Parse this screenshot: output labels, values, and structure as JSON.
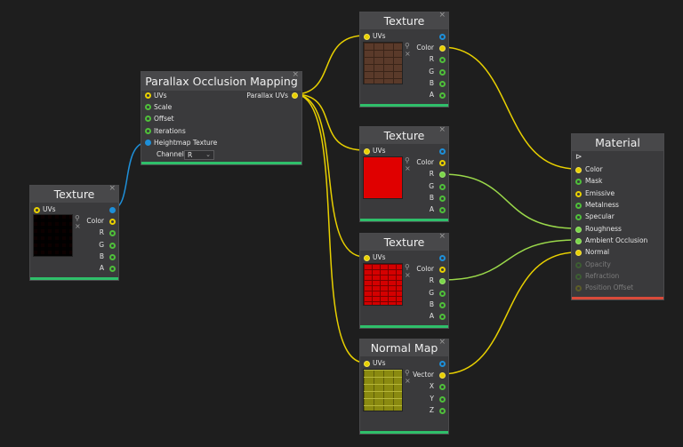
{
  "nodes": {
    "texture_left": {
      "title": "Texture",
      "inputs": [
        "UVs"
      ],
      "outputs": [
        "Color",
        "R",
        "G",
        "B",
        "A"
      ]
    },
    "parallax": {
      "title": "Parallax Occlusion Mapping",
      "inputs": [
        "UVs",
        "Scale",
        "Offset",
        "Iterations",
        "Heightmap Texture"
      ],
      "output": "Parallax UVs",
      "channel_label": "Channel",
      "channel_value": "R"
    },
    "texture_1": {
      "title": "Texture",
      "inputs": [
        "UVs"
      ],
      "outputs": [
        "Color",
        "R",
        "G",
        "B",
        "A"
      ]
    },
    "texture_2": {
      "title": "Texture",
      "inputs": [
        "UVs"
      ],
      "outputs": [
        "Color",
        "R",
        "G",
        "B",
        "A"
      ]
    },
    "texture_3": {
      "title": "Texture",
      "inputs": [
        "UVs"
      ],
      "outputs": [
        "Color",
        "R",
        "G",
        "B",
        "A"
      ]
    },
    "normal_map": {
      "title": "Normal Map",
      "inputs": [
        "UVs"
      ],
      "outputs": [
        "Vector",
        "X",
        "Y",
        "Z"
      ]
    },
    "material": {
      "title": "Material",
      "inputs": [
        "Color",
        "Mask",
        "Emissive",
        "Metalness",
        "Specular",
        "Roughness",
        "Ambient Occlusion",
        "Normal",
        "Opacity",
        "Refraction",
        "Position Offset"
      ]
    }
  },
  "icons": {
    "close": "×",
    "search": "⚲",
    "remove": "×",
    "chevron": "⌄",
    "send": "⊳"
  },
  "colors": {
    "background": "#1e1e1e",
    "node_body": "#3a3a3c",
    "vector_wire": "#e8d000",
    "float_wire": "#9ad84a",
    "texture_wire": "#1e8fd8",
    "node_footer": "#2fbf6a",
    "material_footer": "#d94a3a"
  }
}
